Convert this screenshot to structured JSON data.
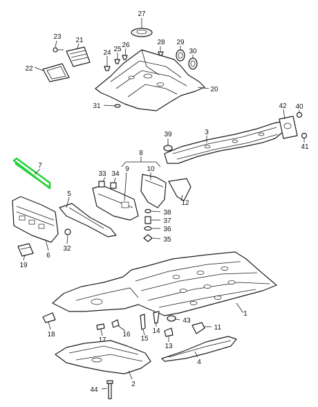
{
  "diagram": {
    "highlight_color": "#22d33a",
    "line_color": "#1a1a1a",
    "highlighted_part": "7",
    "callouts": [
      {
        "id": "1",
        "label": "1"
      },
      {
        "id": "2",
        "label": "2"
      },
      {
        "id": "3",
        "label": "3"
      },
      {
        "id": "4",
        "label": "4"
      },
      {
        "id": "5",
        "label": "5"
      },
      {
        "id": "6",
        "label": "6"
      },
      {
        "id": "7",
        "label": "7"
      },
      {
        "id": "8",
        "label": "8"
      },
      {
        "id": "9",
        "label": "9"
      },
      {
        "id": "10",
        "label": "10"
      },
      {
        "id": "11",
        "label": "11"
      },
      {
        "id": "12",
        "label": "12"
      },
      {
        "id": "13",
        "label": "13"
      },
      {
        "id": "14",
        "label": "14"
      },
      {
        "id": "15",
        "label": "15"
      },
      {
        "id": "16",
        "label": "16"
      },
      {
        "id": "17",
        "label": "17"
      },
      {
        "id": "18",
        "label": "18"
      },
      {
        "id": "19",
        "label": "19"
      },
      {
        "id": "20",
        "label": "20"
      },
      {
        "id": "21",
        "label": "21"
      },
      {
        "id": "22",
        "label": "22"
      },
      {
        "id": "23",
        "label": "23"
      },
      {
        "id": "24",
        "label": "24"
      },
      {
        "id": "25",
        "label": "25"
      },
      {
        "id": "26",
        "label": "26"
      },
      {
        "id": "27",
        "label": "27"
      },
      {
        "id": "28",
        "label": "28"
      },
      {
        "id": "29",
        "label": "29"
      },
      {
        "id": "30",
        "label": "30"
      },
      {
        "id": "31",
        "label": "31"
      },
      {
        "id": "32",
        "label": "32"
      },
      {
        "id": "33",
        "label": "33"
      },
      {
        "id": "34",
        "label": "34"
      },
      {
        "id": "35",
        "label": "35"
      },
      {
        "id": "36",
        "label": "36"
      },
      {
        "id": "37",
        "label": "37"
      },
      {
        "id": "38",
        "label": "38"
      },
      {
        "id": "39",
        "label": "39"
      },
      {
        "id": "40",
        "label": "40"
      },
      {
        "id": "41",
        "label": "41"
      },
      {
        "id": "42",
        "label": "42"
      },
      {
        "id": "43",
        "label": "43"
      },
      {
        "id": "44",
        "label": "44"
      }
    ]
  }
}
